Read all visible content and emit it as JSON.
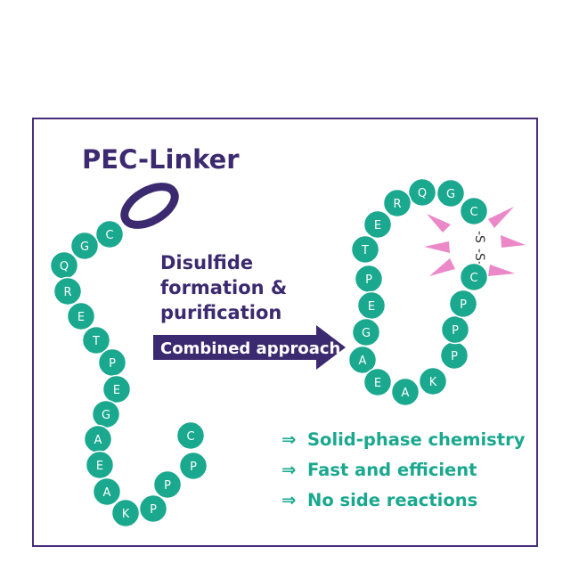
{
  "title": "PEC-Linker",
  "process_lines": [
    "Disulfide",
    "formation &",
    "purification"
  ],
  "arrow_label": "Combined approach",
  "disulfide_bond": [
    "-S",
    "-S-"
  ],
  "features": [
    {
      "symbol": "⇒",
      "text": "Solid-phase chemistry"
    },
    {
      "symbol": "⇒",
      "text": "Fast and efficient"
    },
    {
      "symbol": "⇒",
      "text": "No side reactions"
    }
  ],
  "linear_chain": [
    "C",
    "G",
    "Q",
    "R",
    "E",
    "T",
    "P",
    "E",
    "G",
    "A",
    "E",
    "A",
    "K",
    "P",
    "P",
    "P",
    "C"
  ],
  "cyclic_chain": [
    "Q",
    "R",
    "E",
    "T",
    "P",
    "E",
    "G",
    "A",
    "E",
    "A",
    "K",
    "P",
    "P",
    "P",
    "C",
    "C",
    "G"
  ],
  "colors": {
    "bead": "#1aa88e",
    "brand": "#3c2a70",
    "feature_text": "#1aa88e",
    "burst": "#ec88c8",
    "frame": "#4a2d7a"
  }
}
